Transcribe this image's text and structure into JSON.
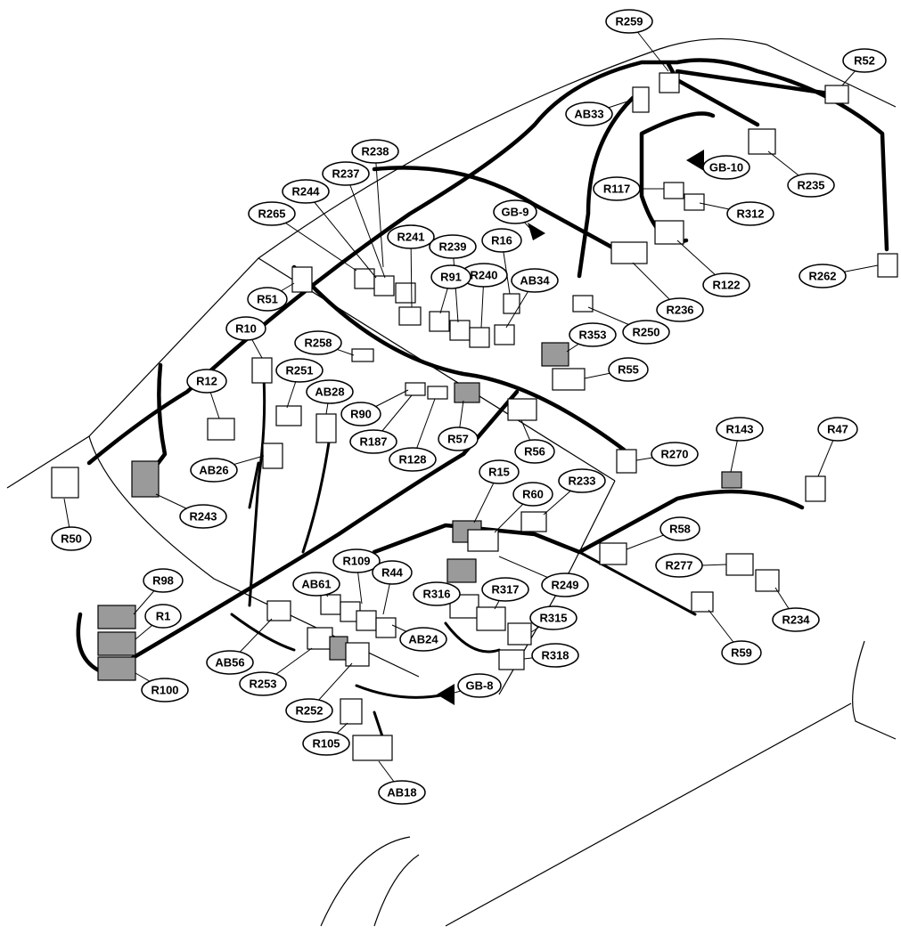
{
  "diagram": {
    "connector_labels": [
      "R259",
      "R52",
      "AB33",
      "GB-10",
      "R235",
      "R117",
      "R312",
      "R122",
      "R262",
      "R238",
      "R237",
      "R244",
      "R265",
      "R241",
      "GB-9",
      "R16",
      "R239",
      "R240",
      "AB34",
      "R91",
      "R51",
      "R236",
      "R250",
      "R10",
      "R258",
      "R353",
      "R55",
      "R12",
      "R251",
      "AB28",
      "R90",
      "R187",
      "R128",
      "R57",
      "R56",
      "R270",
      "AB26",
      "R243",
      "R50",
      "R143",
      "R47",
      "R15",
      "R60",
      "R233",
      "R58",
      "R277",
      "R234",
      "R59",
      "R249",
      "R98",
      "R1",
      "R100",
      "AB61",
      "R109",
      "R44",
      "R316",
      "R317",
      "R315",
      "AB24",
      "R318",
      "AB56",
      "R253",
      "R252",
      "GB-8",
      "R105",
      "AB18"
    ]
  }
}
